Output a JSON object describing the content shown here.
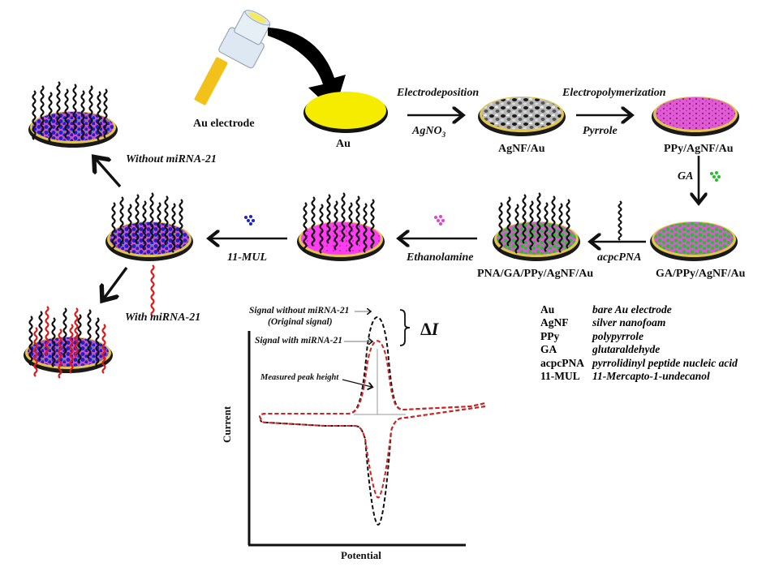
{
  "diagram": {
    "nodes": {
      "au_electrode": "Au electrode",
      "au": "Au",
      "agnf_au": "AgNF/Au",
      "ppy_agnf_au": "PPy/AgNF/Au",
      "ga_ppy_agnf_au": "GA/PPy/AgNF/Au",
      "pna_ga_ppy_agnf_au": "PNA/GA/PPy/AgNF/Au"
    },
    "steps": {
      "electrodeposition": "Electrodeposition",
      "agno3": "AgNO",
      "agno3_sub": "3",
      "electropolymerization": "Electropolymerization",
      "pyrrole": "Pyrrole",
      "ga": "GA",
      "acpcpna": "acpcPNA",
      "ethanolamine": "Ethanolamine",
      "mul": "11-MUL",
      "without_mirna": "Without miRNA-21",
      "with_mirna": "With miRNA-21"
    },
    "colors": {
      "gold": "#f5e600",
      "ppy": "#e455d8",
      "ga": "#22c02a",
      "mul": "#1a22c8",
      "mirna": "#e01818",
      "probe": "#111111"
    },
    "legend": [
      {
        "abbr": "Au",
        "definition": "bare Au electrode"
      },
      {
        "abbr": "AgNF",
        "definition": "silver nanofoam"
      },
      {
        "abbr": "PPy",
        "definition": "polypyrrole"
      },
      {
        "abbr": "GA",
        "definition": "glutaraldehyde"
      },
      {
        "abbr": "acpcPNA",
        "definition": "pyrrolidinyl peptide nucleic acid"
      },
      {
        "abbr": "11-MUL",
        "definition": "11-Mercapto-1-undecanol"
      }
    ],
    "voltammogram": {
      "xlabel": "Potential",
      "ylabel": "Current",
      "annotation_without": "Signal without miRNA-21",
      "annotation_without_sub": "(Original signal)",
      "annotation_with": "Signal with miRNA-21",
      "annotation_peak": "Measured peak height",
      "delta_label": "ΔI",
      "series": [
        {
          "name": "Signal without miRNA-21",
          "color": "#111111",
          "relative_peak": 1.0
        },
        {
          "name": "Signal with miRNA-21",
          "color": "#d42020",
          "relative_peak": 0.75
        }
      ]
    }
  }
}
